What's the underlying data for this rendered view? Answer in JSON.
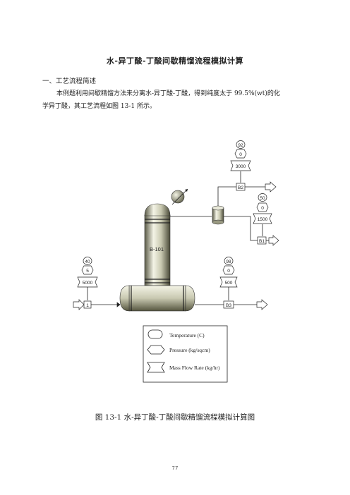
{
  "document": {
    "title": "水-异丁酸-丁酸间歇精馏流程模拟计算",
    "section_heading": "一、工艺流程简述",
    "paragraph_line1": "本例题利用间歇精馏方法来分离水-异丁酸-丁酸，得到纯度太于 99.5%(wt)的化",
    "paragraph_line2": "学异丁酸，其工艺流程如图 13-1 所示。",
    "figure_caption": "图 13-1    水-异丁酸-丁酸间歇精馏流程模拟计算图",
    "page_number": "77"
  },
  "flowsheet": {
    "column_label": "B-101",
    "feed": {
      "stream_id": "1",
      "temperature": "40",
      "pressure": "5",
      "mass_flow": "5000"
    },
    "bottoms": {
      "stream_id": "B3",
      "temperature": "98",
      "pressure": "0",
      "mass_flow": "500"
    },
    "distillate_vapor": {
      "stream_id": "B2",
      "temperature": "92",
      "pressure": "0",
      "mass_flow": "3000"
    },
    "distillate_liquid": {
      "stream_id": "B1",
      "temperature": "50",
      "pressure": "0",
      "mass_flow": "1500"
    },
    "legend": {
      "temperature": "Temperature (C)",
      "pressure": "Pressure (kg/sqcm)",
      "mass_flow": "Mass Flow Rate (kg/hr)"
    }
  }
}
